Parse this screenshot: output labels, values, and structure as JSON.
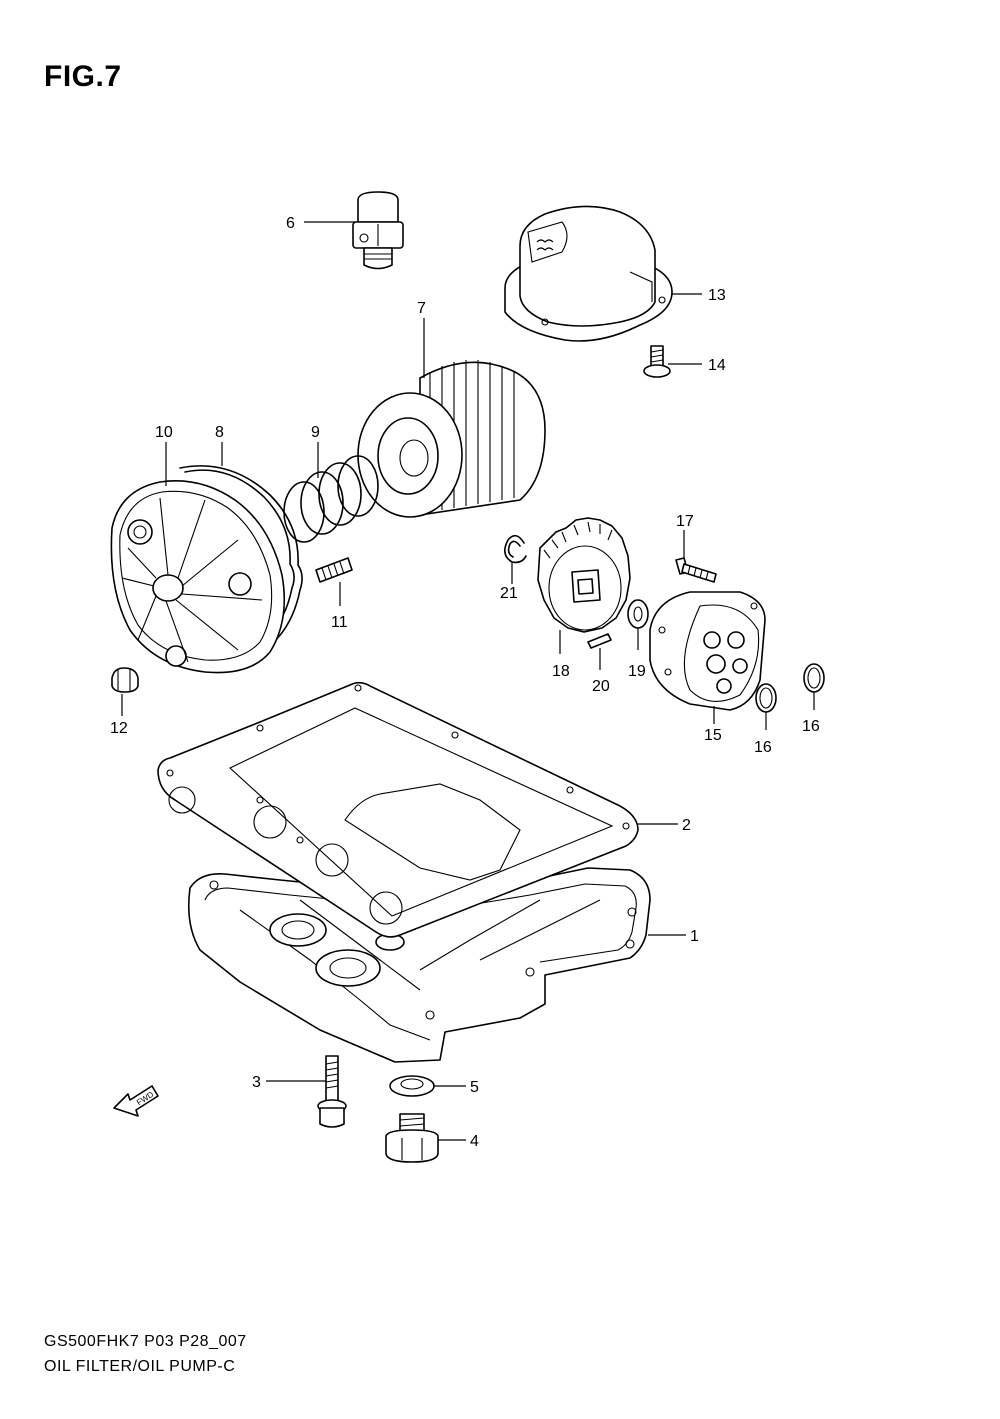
{
  "figure": {
    "title": "FIG.7",
    "diagram_code": "GS500FHK7 P03 P28_007",
    "diagram_name": "OIL FILTER/OIL PUMP-C",
    "fwd_label": "FWD"
  },
  "callouts": {
    "p1": "1",
    "p2": "2",
    "p3": "3",
    "p4": "4",
    "p5": "5",
    "p6": "6",
    "p7": "7",
    "p8": "8",
    "p9": "9",
    "p10": "10",
    "p11": "11",
    "p12": "12",
    "p13": "13",
    "p14": "14",
    "p15": "15",
    "p16a": "16",
    "p16b": "16",
    "p17": "17",
    "p18": "18",
    "p19": "19",
    "p20": "20",
    "p21": "21"
  }
}
